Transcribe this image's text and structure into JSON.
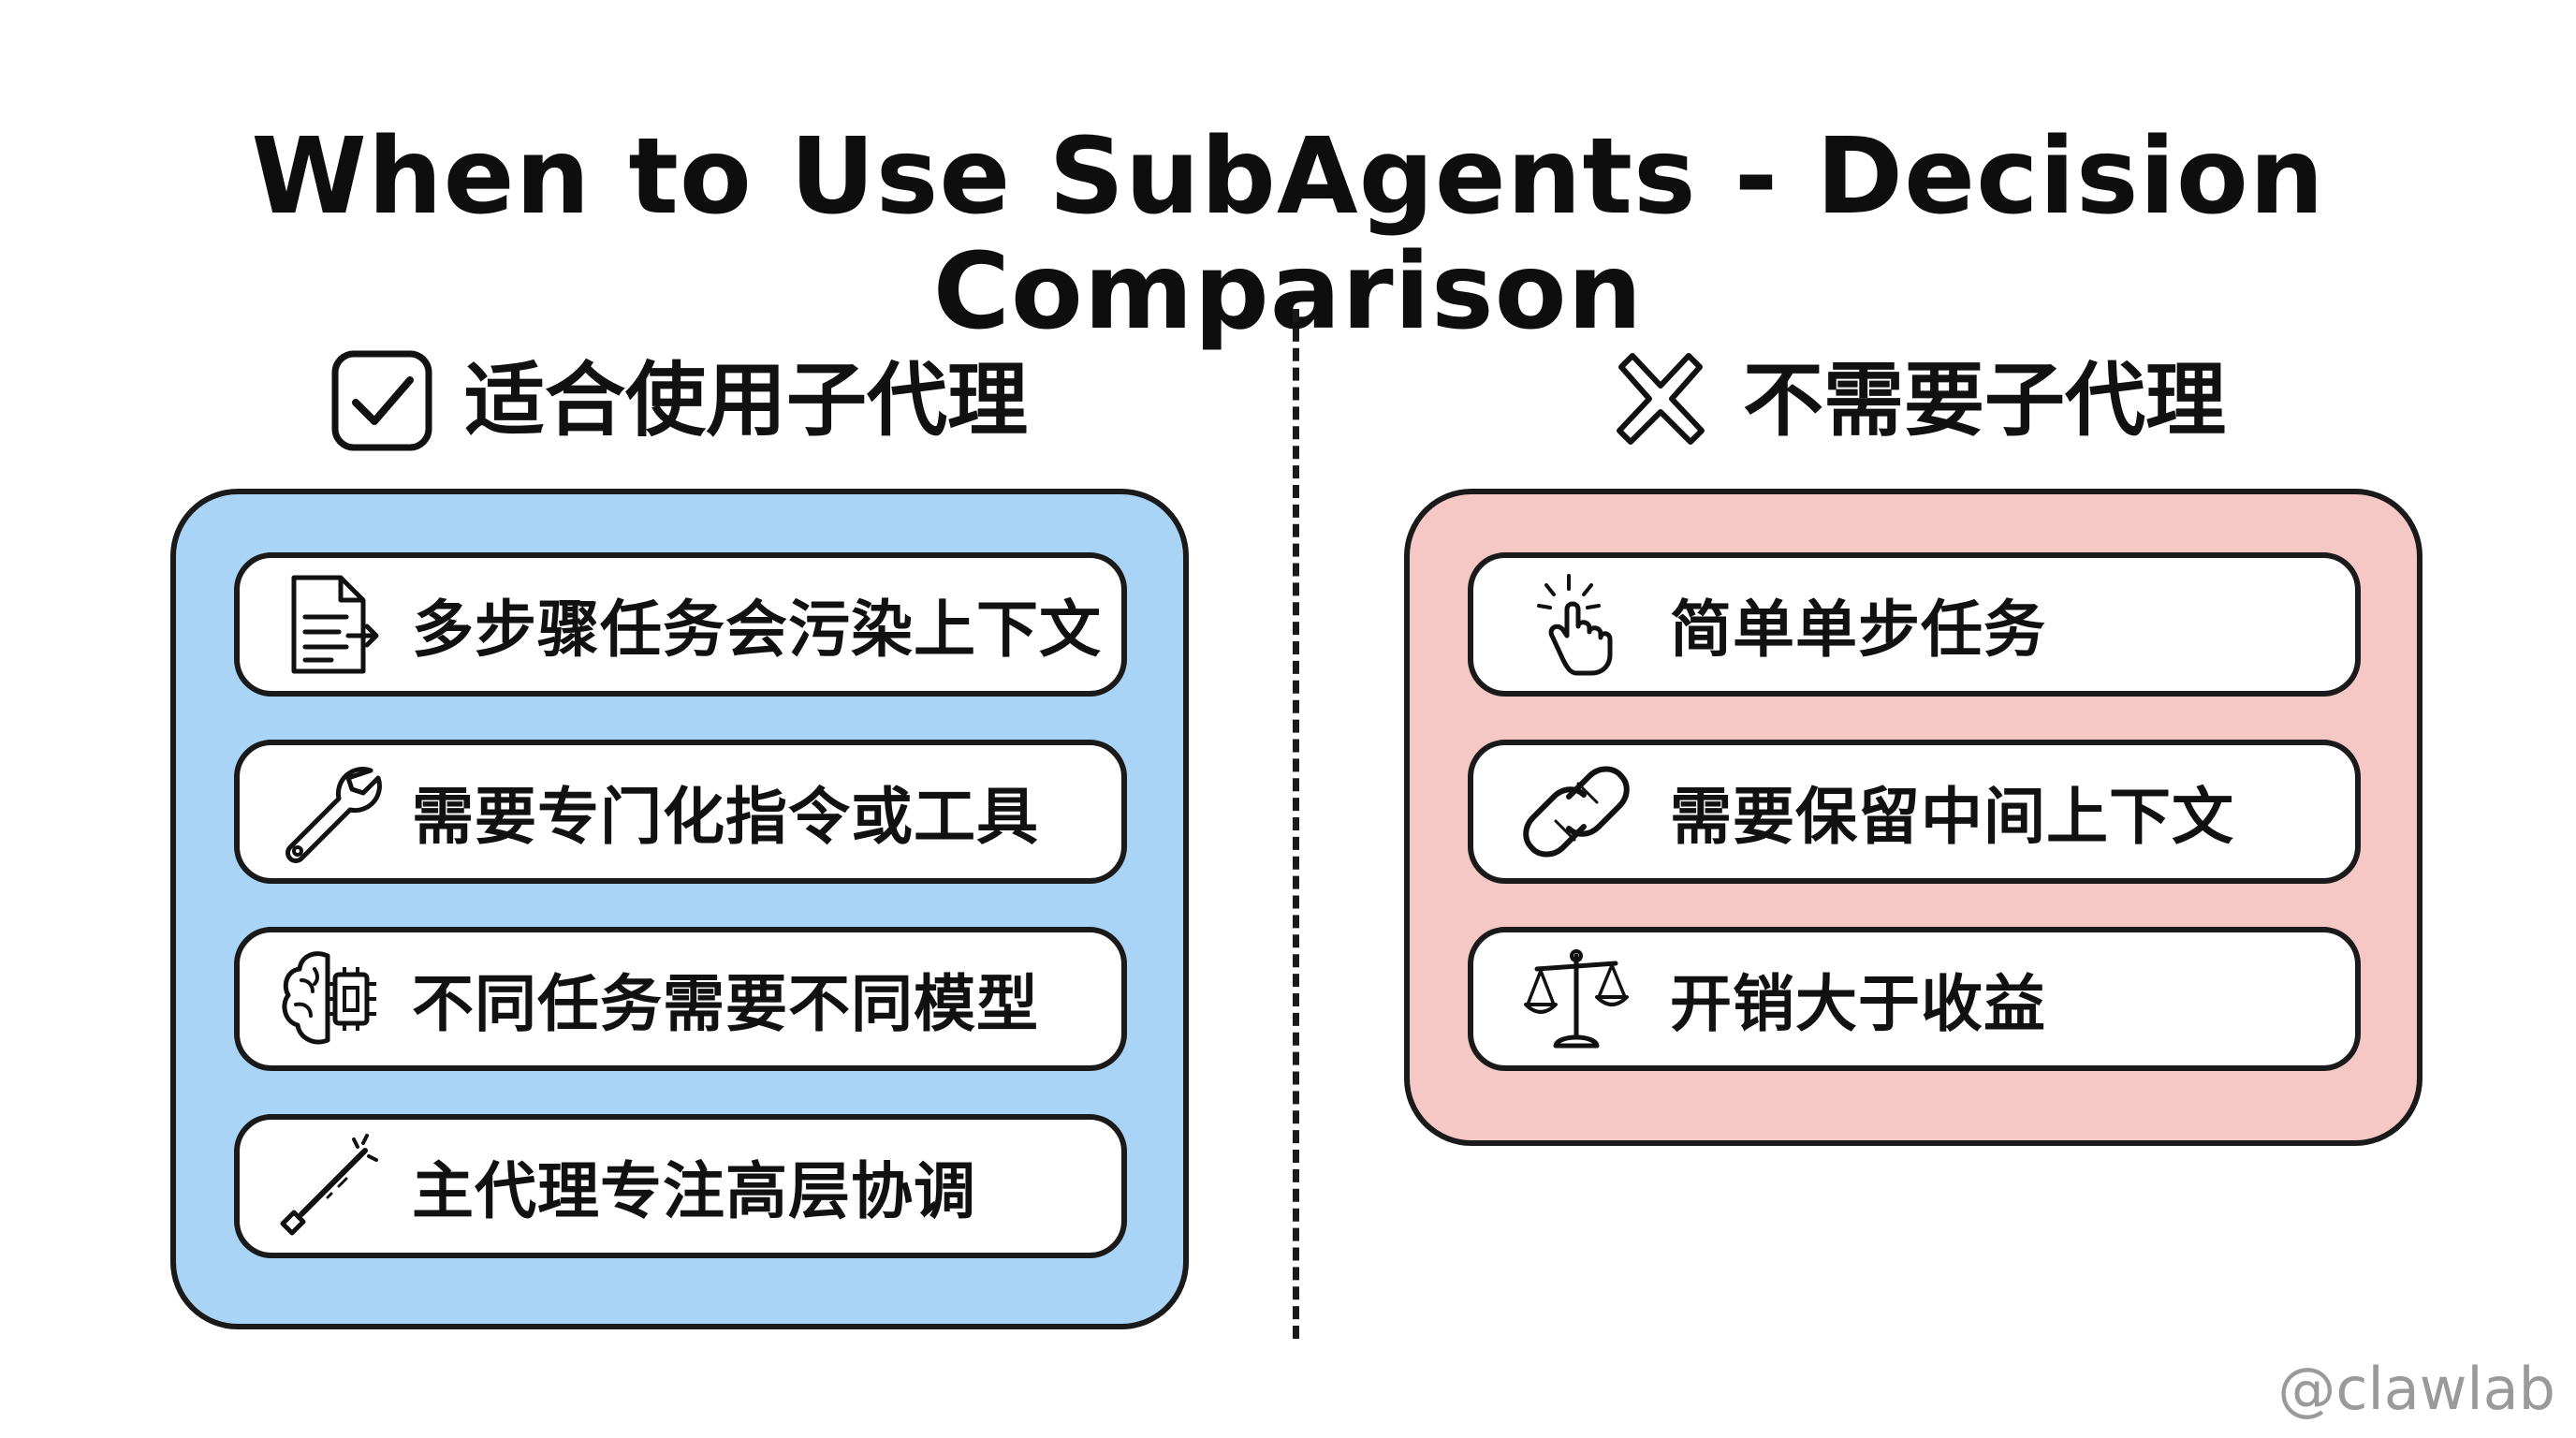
{
  "title": "When to Use SubAgents - Decision Comparison",
  "left": {
    "heading": "适合使用子代理",
    "heading_icon": "checkbox-checked-icon",
    "panel_color": "#aad4f5",
    "items": [
      {
        "label": "多步骤任务会污染上下文",
        "icon": "document-arrow-icon"
      },
      {
        "label": "需要专门化指令或工具",
        "icon": "wrench-icon"
      },
      {
        "label": "不同任务需要不同模型",
        "icon": "brain-chip-icon"
      },
      {
        "label": "主代理专注高层协调",
        "icon": "baton-icon"
      }
    ]
  },
  "right": {
    "heading": "不需要子代理",
    "heading_icon": "x-mark-icon",
    "panel_color": "#f5c8c6",
    "items": [
      {
        "label": "简单单步任务",
        "icon": "tap-hand-icon"
      },
      {
        "label": "需要保留中间上下文",
        "icon": "link-chain-icon"
      },
      {
        "label": "开销大于收益",
        "icon": "balance-scale-icon"
      }
    ]
  },
  "watermark": "@clawlab"
}
